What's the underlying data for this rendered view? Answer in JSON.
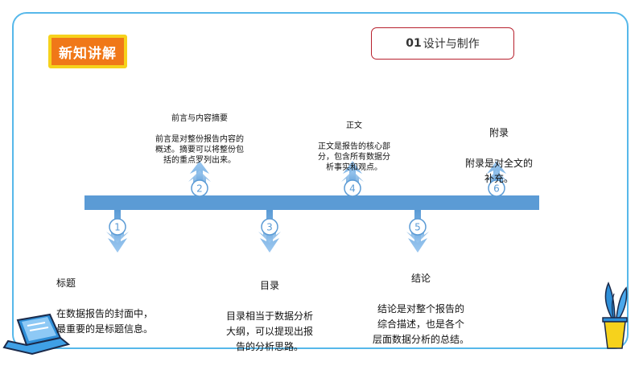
{
  "badge": {
    "label": "新知讲解"
  },
  "section": {
    "number": "01",
    "title": "设计与制作"
  },
  "steps": [
    {
      "num": "1",
      "title": "标题",
      "text": "在数据报告的封面中，\n最重要的是标题信息。"
    },
    {
      "num": "2",
      "title": "前言与内容摘要",
      "text": "前言是对整份报告内容的\n概述。摘要可以将整份包\n括的重点罗列出来。"
    },
    {
      "num": "3",
      "title": "目录",
      "text": "目录相当于数据分析\n大纲，可以提现出报\n告的分析思路。"
    },
    {
      "num": "4",
      "title": "正文",
      "text": "正文是报告的核心部\n分，包含所有数据分\n析事实和观点。"
    },
    {
      "num": "5",
      "title": "结论",
      "text": "结论是对整个报告的\n综合描述，也是各个\n层面数据分析的总结。"
    },
    {
      "num": "6",
      "title": "附录",
      "text": "附录是对全文的\n补充。"
    }
  ],
  "colors": {
    "accent": "#56b8ea",
    "badge": "#f07818",
    "badge_border": "#f6d21c",
    "section_border": "#b7202d",
    "arrow": "#5b9bd5"
  },
  "icons": [
    "laptop-icon",
    "plant-icon"
  ]
}
